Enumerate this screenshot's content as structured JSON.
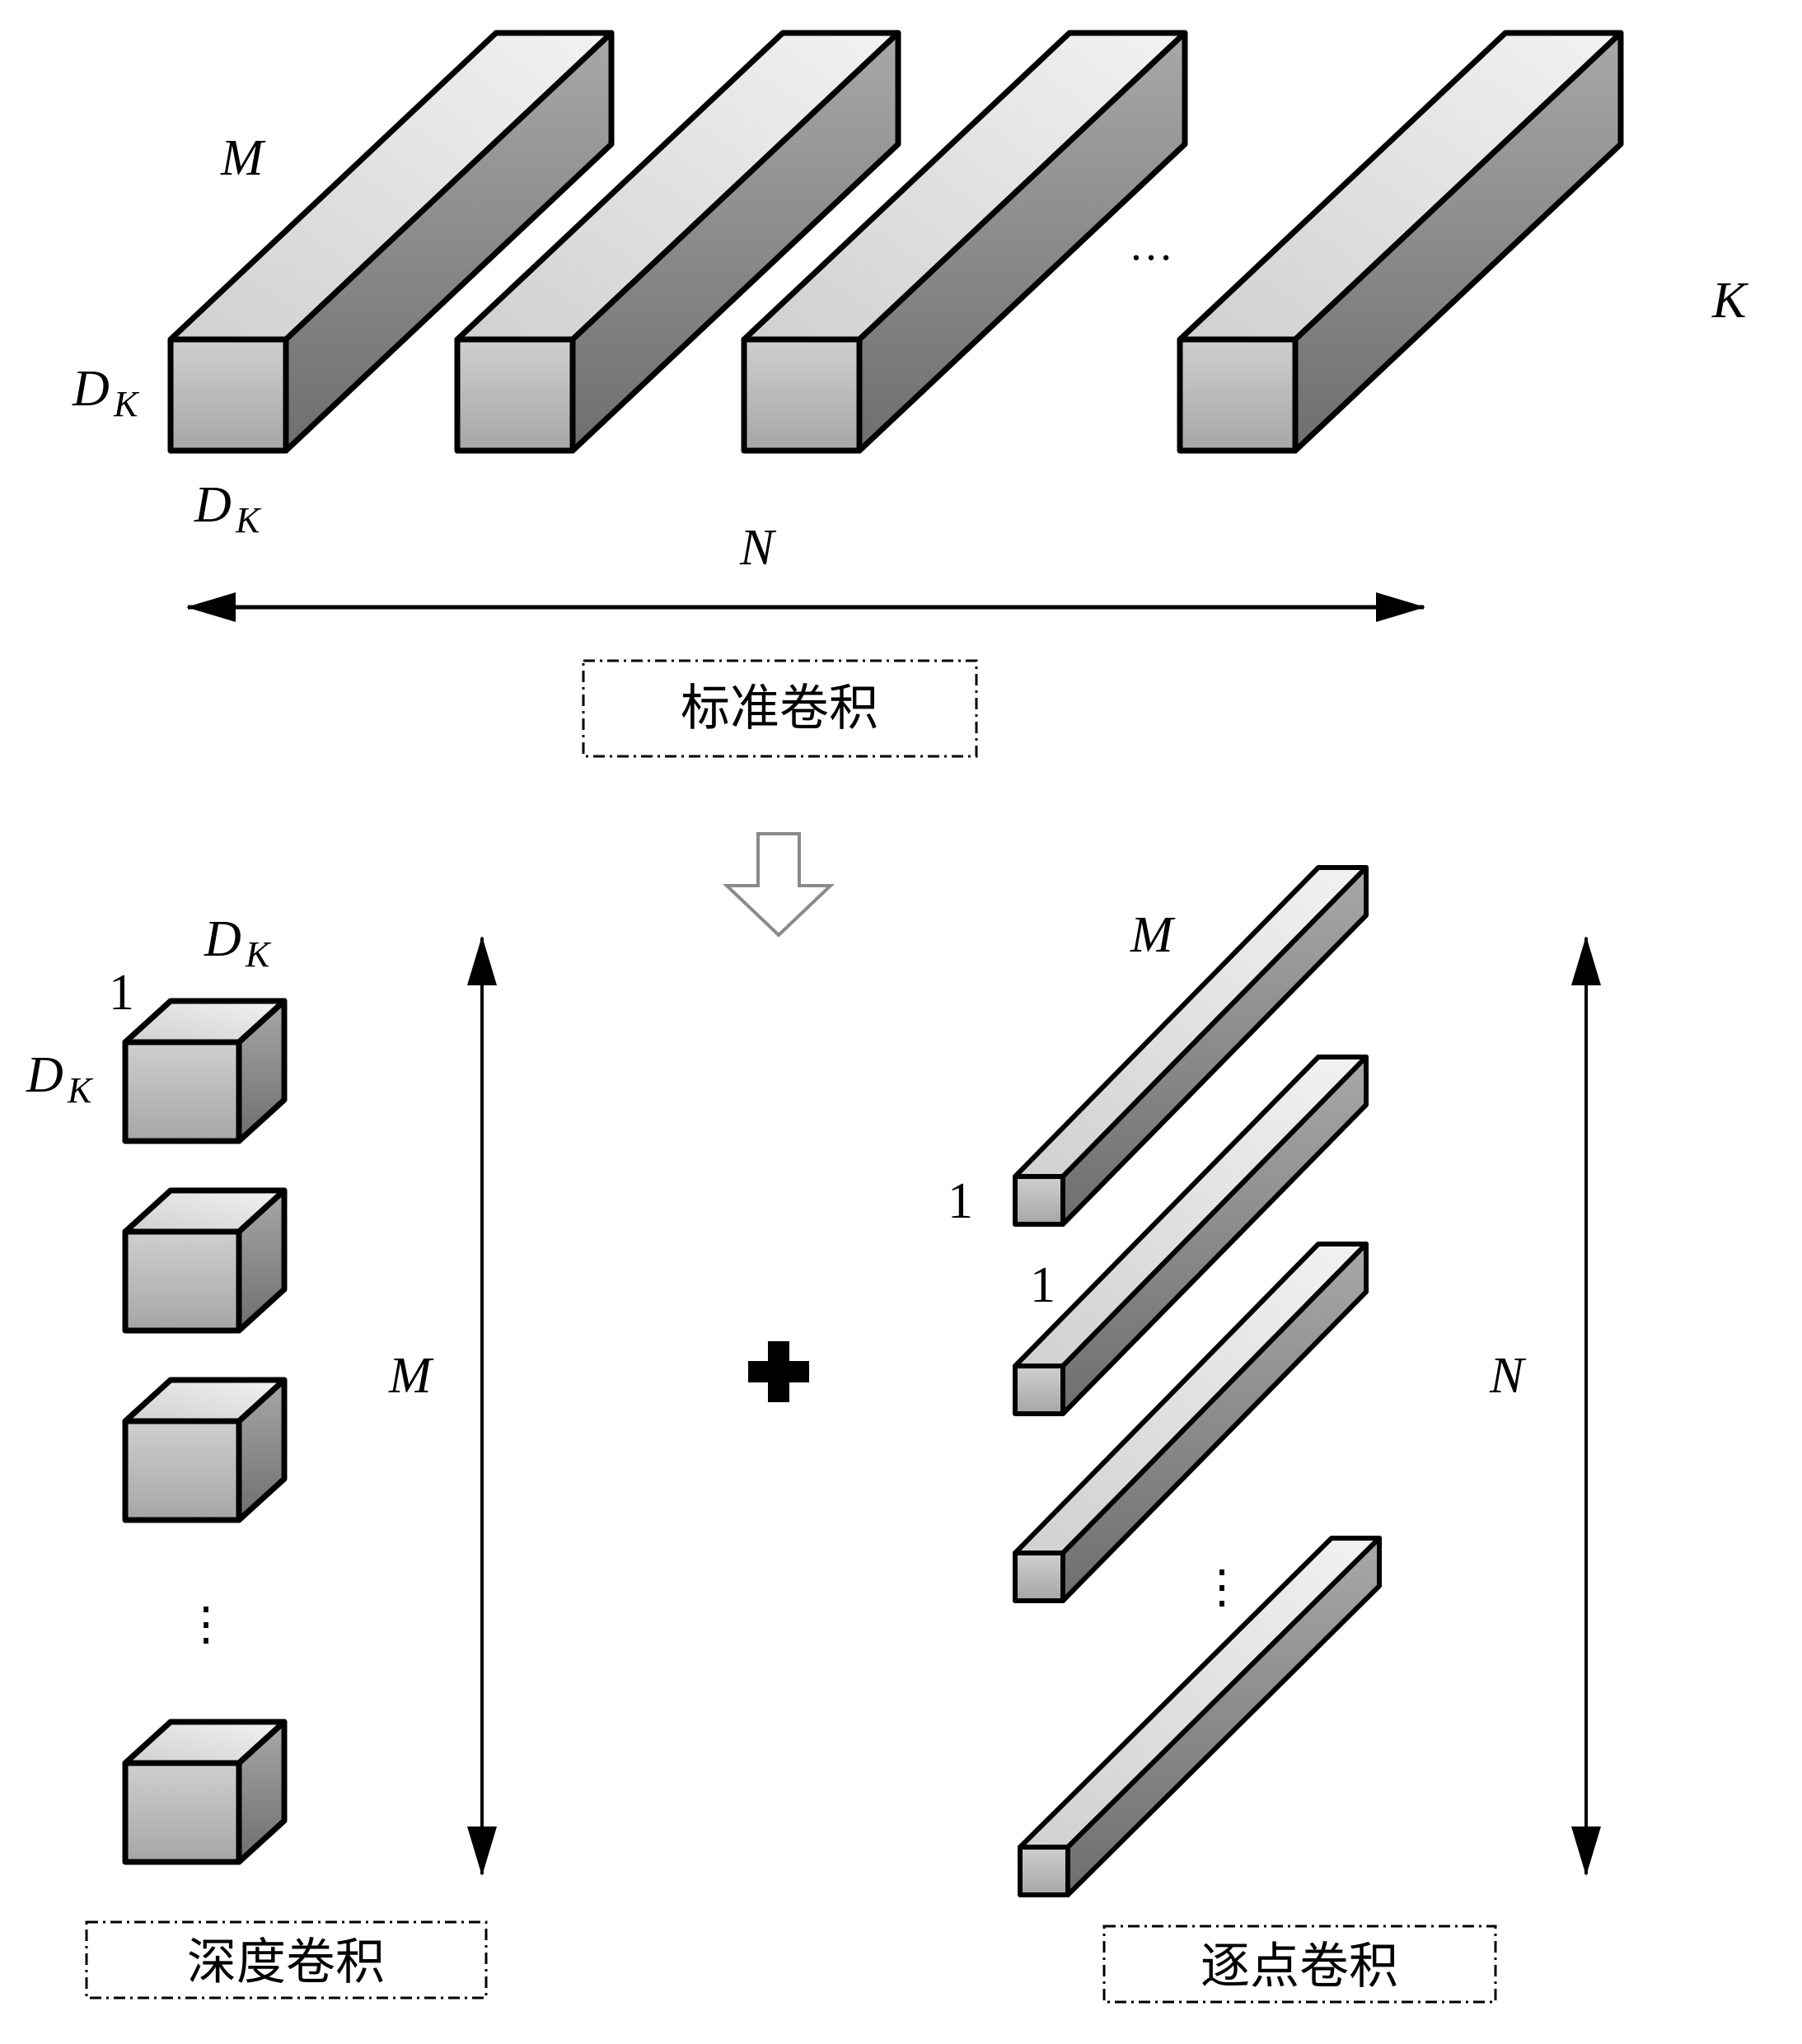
{
  "title": "Standard convolution decomposed into depthwise and pointwise convolution",
  "standard_conv": {
    "label": "标准卷积",
    "kernel_count_label": "N",
    "depth_label": "M",
    "height_label": "D",
    "height_sub": "K",
    "width_label": "D",
    "width_sub": "K",
    "ellipsis": "…",
    "side_label": "K",
    "kernels_drawn": 4
  },
  "decompose_arrow": "hollow-down-arrow-icon",
  "combine_symbol": "plus-icon",
  "depthwise_conv": {
    "label": "深度卷积",
    "count_label": "M",
    "width_label": "D",
    "width_sub": "K",
    "height_label": "D",
    "height_sub": "K",
    "depth_label": "1",
    "ellipsis": "⋮",
    "kernels_drawn": 4
  },
  "pointwise_conv": {
    "label": "逐点卷积",
    "count_label": "N",
    "depth_label": "M",
    "height_label": "1",
    "width_label": "1",
    "ellipsis": "⋮",
    "kernels_drawn": 4
  },
  "colors": {
    "stroke": "#000000",
    "front_face": "#b4b4b4",
    "top_face": "#e6e6e6",
    "side_face": "#8c8c8c",
    "background": "#ffffff"
  }
}
